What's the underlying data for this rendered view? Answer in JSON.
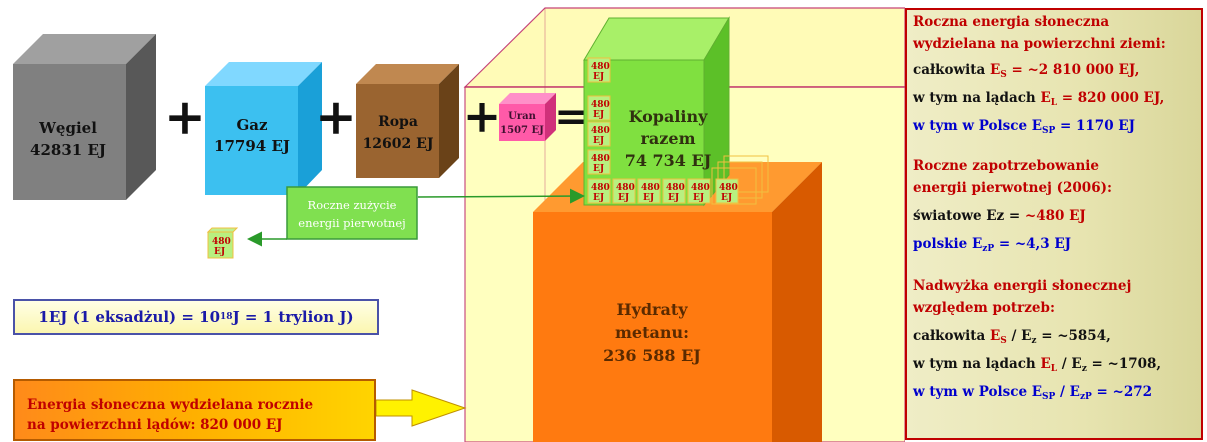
{
  "blocks": {
    "wegiel": {
      "name": "Węgiel",
      "value": "42831 EJ",
      "color": "#808080"
    },
    "gaz": {
      "name": "Gaz",
      "value": "17794 EJ",
      "color": "#3cc0f0"
    },
    "ropa": {
      "name": "Ropa",
      "value": "12602 EJ",
      "color": "#9a6430"
    },
    "uran": {
      "name": "Uran",
      "value": "1507 EJ",
      "color": "#ff5aa8"
    },
    "kopaliny": {
      "line1": "Kopaliny",
      "line2": "razem",
      "value": "74 734 EJ",
      "color": "#80e040"
    },
    "hydraty": {
      "line1": "Hydraty",
      "line2": "metanu:",
      "value": "236 588 EJ",
      "color": "#ff7a10"
    }
  },
  "operators": {
    "plus": "+",
    "equals": "="
  },
  "small_cube": {
    "top": "480",
    "bottom": "EJ"
  },
  "consumption_label": {
    "line1": "Roczne zużycie",
    "line2": "energii pierwotnej"
  },
  "exajoule_box": {
    "prefix": "1EJ (1 eksadżul) = 10",
    "exp": "18",
    "suffix": " J = 1 trylion J)"
  },
  "solar_box": {
    "line1": "Energia słoneczna wydzielana rocznie",
    "line2": "na powierzchni lądów: 820 000 EJ"
  },
  "panel": {
    "h1a": "Roczna energia słoneczna",
    "h1b": "wydzielana na powierzchni ziemi:",
    "r1_label": "całkowita ",
    "r1_sym": "E",
    "r1_sub": "S",
    "r1_val": " = ~2 810 000 EJ,",
    "r2_label": "w tym na lądach ",
    "r2_sym": "E",
    "r2_sub": "L",
    "r2_val": " = 820 000 EJ,",
    "r3_label": "w tym w Polsce E",
    "r3_sub": "SP",
    "r3_val": " = 1170 EJ",
    "h2a": "Roczne zapotrzebowanie",
    "h2b": "energii pierwotnej (2006):",
    "r4_label": "światowe Ez = ",
    "r4_val": "~480 EJ",
    "r5_label": "polskie E",
    "r5_sub": "zP",
    "r5_val": " =  ~4,3 EJ",
    "h3a": "Nadwyżka energii słonecznej",
    "h3b": "względem potrzeb:",
    "r6_label": "całkowita  ",
    "r6_sym": "E",
    "r6_sub": "S",
    "r6_mid": " / E",
    "r6_sub2": "z",
    "r6_val": " = ~5854,",
    "r7_label": "w tym na lądach  ",
    "r7_sym": "E",
    "r7_sub": "L",
    "r7_mid": " / E",
    "r7_sub2": "z",
    "r7_val": " = ~1708,",
    "r8_label": "w tym w Polsce E",
    "r8_sub": "SP",
    "r8_mid": " / E",
    "r8_sub2": "zP",
    "r8_val": " = ~272"
  }
}
